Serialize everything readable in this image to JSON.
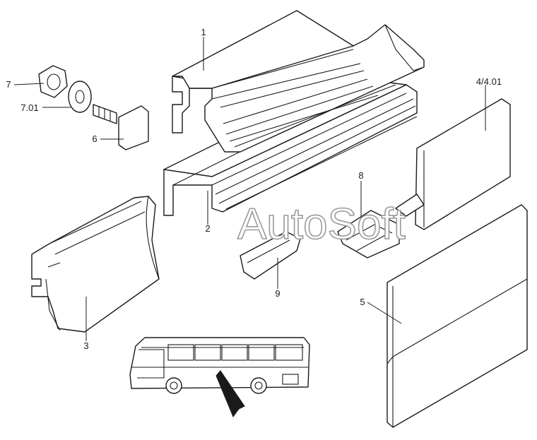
{
  "watermark": "AutoSoft",
  "callouts": [
    {
      "id": "c1",
      "text": "1"
    },
    {
      "id": "c2",
      "text": "2"
    },
    {
      "id": "c3",
      "text": "3"
    },
    {
      "id": "c4",
      "text": "4/4.01"
    },
    {
      "id": "c5",
      "text": "5"
    },
    {
      "id": "c6",
      "text": "6"
    },
    {
      "id": "c7",
      "text": "7"
    },
    {
      "id": "c701",
      "text": "7.01"
    },
    {
      "id": "c8",
      "text": "8"
    },
    {
      "id": "c9",
      "text": "9"
    }
  ],
  "icons": [
    "hex-nut-icon",
    "washer-icon",
    "bolt-icon",
    "bus-icon",
    "arrow-icon"
  ]
}
